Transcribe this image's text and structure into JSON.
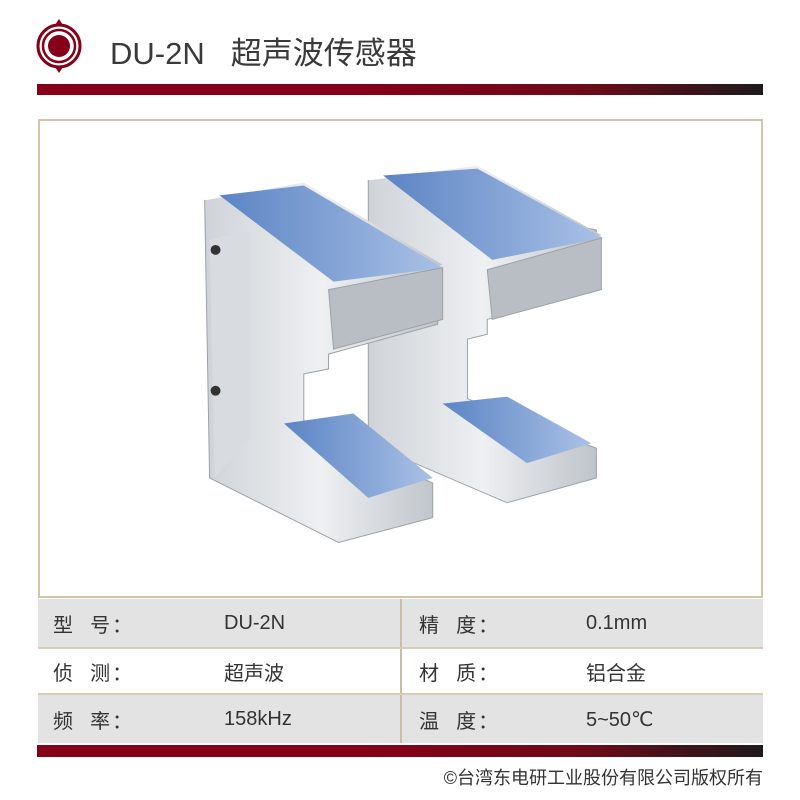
{
  "header": {
    "model": "DU-2N",
    "title": "超声波传感器"
  },
  "specs": [
    {
      "label1": "型  号：",
      "value1": "DU-2N",
      "label2": "精  度：",
      "value2": "0.1mm"
    },
    {
      "label1": "侦  测：",
      "value1": "超声波",
      "label2": "材  质：",
      "value2": "铝合金"
    },
    {
      "label1": "频  率：",
      "value1": "158kHz",
      "label2": "温  度：",
      "value2": "5~50℃"
    }
  ],
  "footer": {
    "copyright": "©台湾东电研工业股份有限公司版权所有"
  },
  "colors": {
    "brand": "#850018",
    "border": "#d2c4a6"
  }
}
